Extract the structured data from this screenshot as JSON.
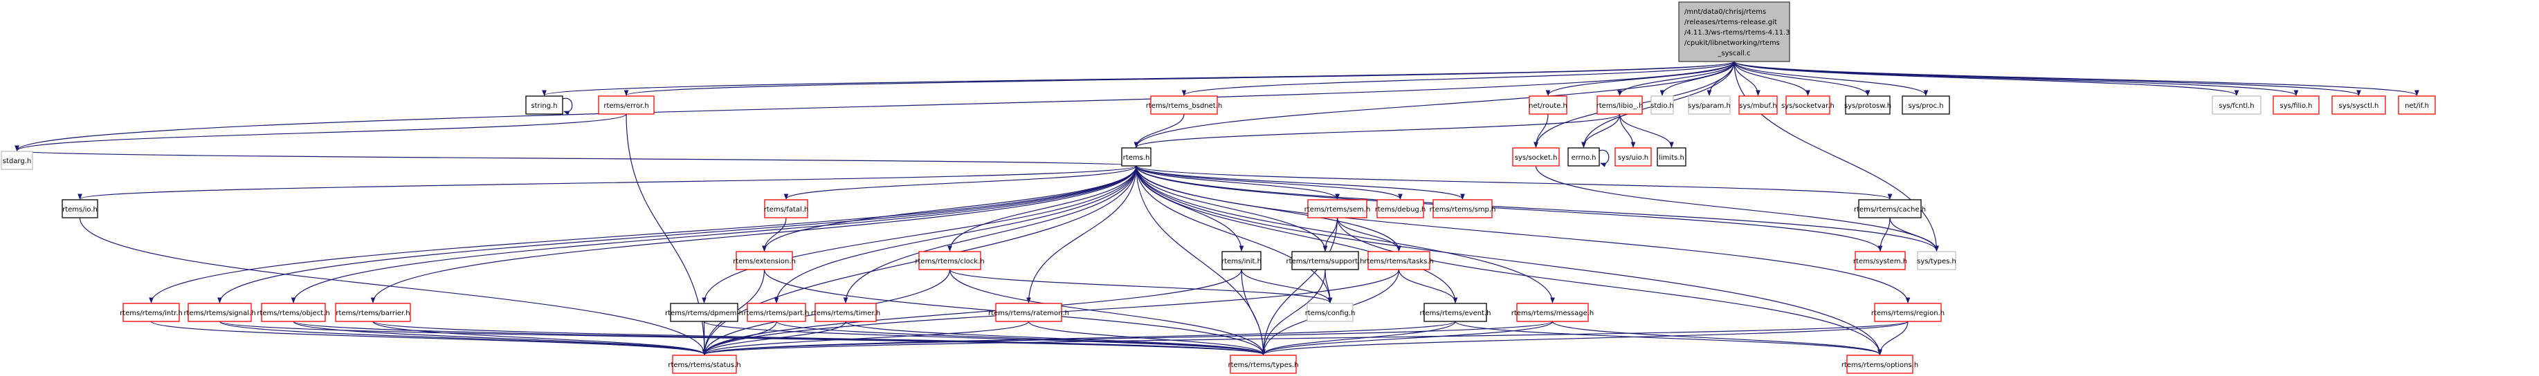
{
  "title": "Include dependency graph for _syscall.c",
  "colors": {
    "edge": "#191970",
    "root_fill": "#bfbfbf",
    "root_border": "#404040",
    "documented_border": "#000000",
    "undocumented_border": "#ff0000",
    "external_border": "#bfbfbf",
    "node_fill": "#ffffff"
  },
  "root": {
    "id": "root",
    "lines": [
      "/mnt/data0/chrisj/rtems",
      "/releases/rtems-release.git",
      "/4.11.3/ws-rtems/rtems-4.11.3",
      "/cpukit/libnetworking/rtems",
      "_syscall.c"
    ]
  },
  "nodes": [
    {
      "id": "string_h",
      "label": "string.h",
      "kind": "documented"
    },
    {
      "id": "stdarg_h",
      "label": "stdarg.h",
      "kind": "external"
    },
    {
      "id": "rtems_error_h",
      "label": "rtems/error.h",
      "kind": "undocumented"
    },
    {
      "id": "rtems_bsdnet_h",
      "label": "rtems/rtems_bsdnet.h",
      "kind": "undocumented"
    },
    {
      "id": "net_route_h",
      "label": "net/route.h",
      "kind": "undocumented"
    },
    {
      "id": "libio_h",
      "label": "rtems/libio_.h",
      "kind": "undocumented"
    },
    {
      "id": "stdio_h",
      "label": "stdio.h",
      "kind": "external"
    },
    {
      "id": "sys_param_h",
      "label": "sys/param.h",
      "kind": "external"
    },
    {
      "id": "sys_mbuf_h",
      "label": "sys/mbuf.h",
      "kind": "undocumented"
    },
    {
      "id": "sys_socketvar_h",
      "label": "sys/socketvar.h",
      "kind": "undocumented"
    },
    {
      "id": "sys_protosw_h",
      "label": "sys/protosw.h",
      "kind": "documented"
    },
    {
      "id": "sys_proc_h",
      "label": "sys/proc.h",
      "kind": "documented"
    },
    {
      "id": "sys_fcntl_h",
      "label": "sys/fcntl.h",
      "kind": "external"
    },
    {
      "id": "sys_filio_h",
      "label": "sys/filio.h",
      "kind": "undocumented"
    },
    {
      "id": "sys_sysctl_h",
      "label": "sys/sysctl.h",
      "kind": "undocumented"
    },
    {
      "id": "net_if_h",
      "label": "net/if.h",
      "kind": "undocumented"
    },
    {
      "id": "rtems_h",
      "label": "rtems.h",
      "kind": "documented"
    },
    {
      "id": "sys_socket_h",
      "label": "sys/socket.h",
      "kind": "undocumented"
    },
    {
      "id": "errno_h",
      "label": "errno.h",
      "kind": "documented"
    },
    {
      "id": "sys_uio_h",
      "label": "sys/uio.h",
      "kind": "undocumented"
    },
    {
      "id": "limits_h",
      "label": "limits.h",
      "kind": "documented"
    },
    {
      "id": "rtems_io_h",
      "label": "rtems/io.h",
      "kind": "documented"
    },
    {
      "id": "fatal_h",
      "label": "rtems/fatal.h",
      "kind": "undocumented"
    },
    {
      "id": "sem_h",
      "label": "rtems/rtems/sem.h",
      "kind": "undocumented"
    },
    {
      "id": "debug_h",
      "label": "rtems/debug.h",
      "kind": "undocumented"
    },
    {
      "id": "smp_h",
      "label": "rtems/rtems/smp.h",
      "kind": "undocumented"
    },
    {
      "id": "cache_h",
      "label": "rtems/rtems/cache.h",
      "kind": "documented"
    },
    {
      "id": "extension_h",
      "label": "rtems/extension.h",
      "kind": "undocumented"
    },
    {
      "id": "clock_h",
      "label": "rtems/rtems/clock.h",
      "kind": "undocumented"
    },
    {
      "id": "init_h",
      "label": "rtems/init.h",
      "kind": "documented"
    },
    {
      "id": "support_h",
      "label": "rtems/rtems/support.h",
      "kind": "documented"
    },
    {
      "id": "tasks_h",
      "label": "rtems/rtems/tasks.h",
      "kind": "undocumented"
    },
    {
      "id": "system_h",
      "label": "rtems/system.h",
      "kind": "undocumented"
    },
    {
      "id": "sys_types_h",
      "label": "sys/types.h",
      "kind": "external"
    },
    {
      "id": "intr_h",
      "label": "rtems/rtems/intr.h",
      "kind": "undocumented"
    },
    {
      "id": "signal_h",
      "label": "rtems/rtems/signal.h",
      "kind": "undocumented"
    },
    {
      "id": "object_h",
      "label": "rtems/rtems/object.h",
      "kind": "undocumented"
    },
    {
      "id": "barrier_h",
      "label": "rtems/rtems/barrier.h",
      "kind": "undocumented"
    },
    {
      "id": "dpmem_h",
      "label": "rtems/rtems/dpmem.h",
      "kind": "documented"
    },
    {
      "id": "part_h",
      "label": "rtems/rtems/part.h",
      "kind": "undocumented"
    },
    {
      "id": "timer_h",
      "label": "rtems/rtems/timer.h",
      "kind": "undocumented"
    },
    {
      "id": "ratemon_h",
      "label": "rtems/rtems/ratemon.h",
      "kind": "undocumented"
    },
    {
      "id": "config_h",
      "label": "rtems/config.h",
      "kind": "external"
    },
    {
      "id": "event_h",
      "label": "rtems/rtems/event.h",
      "kind": "documented"
    },
    {
      "id": "message_h",
      "label": "rtems/rtems/message.h",
      "kind": "undocumented"
    },
    {
      "id": "region_h",
      "label": "rtems/rtems/region.h",
      "kind": "undocumented"
    },
    {
      "id": "status_h",
      "label": "rtems/rtems/status.h",
      "kind": "undocumented"
    },
    {
      "id": "types_h",
      "label": "rtems/rtems/types.h",
      "kind": "undocumented"
    },
    {
      "id": "options_h",
      "label": "rtems/rtems/options.h",
      "kind": "undocumented"
    }
  ],
  "edges": [
    [
      "root",
      "string_h"
    ],
    [
      "root",
      "stdarg_h"
    ],
    [
      "root",
      "rtems_error_h"
    ],
    [
      "root",
      "rtems_bsdnet_h"
    ],
    [
      "root",
      "net_route_h"
    ],
    [
      "root",
      "libio_h"
    ],
    [
      "root",
      "stdio_h"
    ],
    [
      "root",
      "sys_param_h"
    ],
    [
      "root",
      "sys_mbuf_h"
    ],
    [
      "root",
      "sys_socketvar_h"
    ],
    [
      "root",
      "sys_protosw_h"
    ],
    [
      "root",
      "sys_proc_h"
    ],
    [
      "root",
      "sys_fcntl_h"
    ],
    [
      "root",
      "sys_filio_h"
    ],
    [
      "root",
      "sys_sysctl_h"
    ],
    [
      "root",
      "net_if_h"
    ],
    [
      "root",
      "rtems_h"
    ],
    [
      "root",
      "sys_socket_h"
    ],
    [
      "root",
      "errno_h"
    ],
    [
      "root",
      "sys_types_h"
    ],
    [
      "string_h",
      "string_h"
    ],
    [
      "rtems_error_h",
      "stdarg_h"
    ],
    [
      "rtems_error_h",
      "status_h"
    ],
    [
      "rtems_bsdnet_h",
      "rtems_h"
    ],
    [
      "net_route_h",
      "sys_socket_h"
    ],
    [
      "libio_h",
      "rtems_h"
    ],
    [
      "libio_h",
      "errno_h"
    ],
    [
      "libio_h",
      "sys_uio_h"
    ],
    [
      "libio_h",
      "limits_h"
    ],
    [
      "errno_h",
      "errno_h"
    ],
    [
      "sys_socket_h",
      "sys_types_h"
    ],
    [
      "rtems_h",
      "stdarg_h"
    ],
    [
      "rtems_h",
      "rtems_io_h"
    ],
    [
      "rtems_h",
      "fatal_h"
    ],
    [
      "rtems_h",
      "extension_h"
    ],
    [
      "rtems_h",
      "sem_h"
    ],
    [
      "rtems_h",
      "debug_h"
    ],
    [
      "rtems_h",
      "smp_h"
    ],
    [
      "rtems_h",
      "cache_h"
    ],
    [
      "rtems_h",
      "system_h"
    ],
    [
      "rtems_h",
      "sys_types_h"
    ],
    [
      "rtems_h",
      "clock_h"
    ],
    [
      "rtems_h",
      "init_h"
    ],
    [
      "rtems_h",
      "support_h"
    ],
    [
      "rtems_h",
      "tasks_h"
    ],
    [
      "rtems_h",
      "intr_h"
    ],
    [
      "rtems_h",
      "signal_h"
    ],
    [
      "rtems_h",
      "object_h"
    ],
    [
      "rtems_h",
      "barrier_h"
    ],
    [
      "rtems_h",
      "dpmem_h"
    ],
    [
      "rtems_h",
      "part_h"
    ],
    [
      "rtems_h",
      "timer_h"
    ],
    [
      "rtems_h",
      "ratemon_h"
    ],
    [
      "rtems_h",
      "config_h"
    ],
    [
      "rtems_h",
      "event_h"
    ],
    [
      "rtems_h",
      "message_h"
    ],
    [
      "rtems_h",
      "region_h"
    ],
    [
      "rtems_h",
      "status_h"
    ],
    [
      "rtems_h",
      "types_h"
    ],
    [
      "rtems_h",
      "options_h"
    ],
    [
      "rtems_io_h",
      "status_h"
    ],
    [
      "fatal_h",
      "extension_h"
    ],
    [
      "extension_h",
      "status_h"
    ],
    [
      "extension_h",
      "types_h"
    ],
    [
      "sem_h",
      "support_h"
    ],
    [
      "sem_h",
      "tasks_h"
    ],
    [
      "sem_h",
      "types_h"
    ],
    [
      "sem_h",
      "options_h"
    ],
    [
      "cache_h",
      "system_h"
    ],
    [
      "cache_h",
      "sys_types_h"
    ],
    [
      "clock_h",
      "status_h"
    ],
    [
      "clock_h",
      "types_h"
    ],
    [
      "clock_h",
      "config_h"
    ],
    [
      "init_h",
      "config_h"
    ],
    [
      "init_h",
      "types_h"
    ],
    [
      "init_h",
      "status_h"
    ],
    [
      "support_h",
      "config_h"
    ],
    [
      "support_h",
      "types_h"
    ],
    [
      "tasks_h",
      "event_h"
    ],
    [
      "tasks_h",
      "status_h"
    ],
    [
      "tasks_h",
      "types_h"
    ],
    [
      "intr_h",
      "status_h"
    ],
    [
      "signal_h",
      "status_h"
    ],
    [
      "signal_h",
      "types_h"
    ],
    [
      "object_h",
      "status_h"
    ],
    [
      "object_h",
      "types_h"
    ],
    [
      "barrier_h",
      "status_h"
    ],
    [
      "barrier_h",
      "types_h"
    ],
    [
      "dpmem_h",
      "status_h"
    ],
    [
      "dpmem_h",
      "types_h"
    ],
    [
      "part_h",
      "status_h"
    ],
    [
      "part_h",
      "types_h"
    ],
    [
      "timer_h",
      "status_h"
    ],
    [
      "timer_h",
      "types_h"
    ],
    [
      "ratemon_h",
      "status_h"
    ],
    [
      "ratemon_h",
      "types_h"
    ],
    [
      "event_h",
      "status_h"
    ],
    [
      "event_h",
      "types_h"
    ],
    [
      "event_h",
      "options_h"
    ],
    [
      "message_h",
      "status_h"
    ],
    [
      "message_h",
      "types_h"
    ],
    [
      "message_h",
      "options_h"
    ],
    [
      "region_h",
      "status_h"
    ],
    [
      "region_h",
      "types_h"
    ],
    [
      "region_h",
      "options_h"
    ]
  ]
}
